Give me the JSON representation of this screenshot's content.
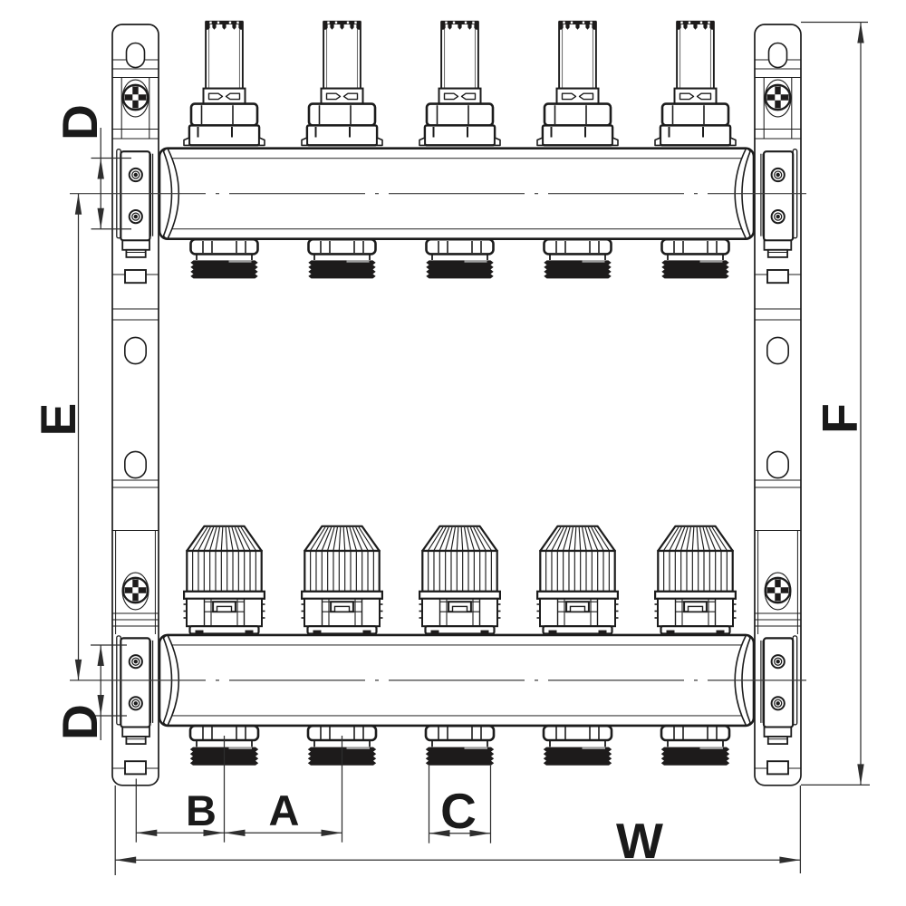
{
  "diagram": {
    "type": "technical-drawing",
    "subject": "floor-heating manifold, front view, 5 circuits with flow meters (top bar) and thermostatic valve actuators (bottom bar), wall mounting brackets and dimension lines",
    "circuit_count": 5,
    "colors": {
      "background": "#ffffff",
      "ink": "#1c1c1c",
      "thread_fill": "#1d1b1b"
    },
    "labels": {
      "dimension_d_upper": "D",
      "dimension_e": "E",
      "dimension_d_lower": "D",
      "dimension_b": "B",
      "dimension_a": "A",
      "dimension_c": "C",
      "dimension_w": "W",
      "dimension_f": "F"
    }
  }
}
